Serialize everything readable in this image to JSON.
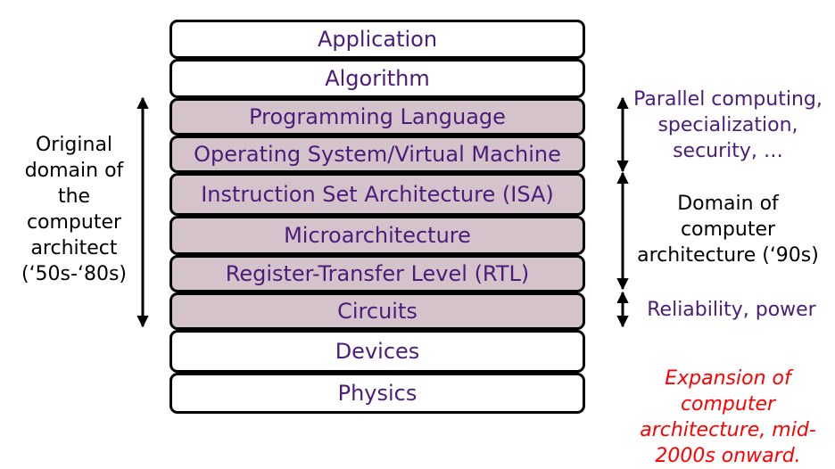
{
  "layers": [
    {
      "label": "Application",
      "shaded": false
    },
    {
      "label": "Algorithm",
      "shaded": false
    },
    {
      "label": "Programming Language",
      "shaded": true
    },
    {
      "label": "Operating System/Virtual Machine",
      "shaded": true
    },
    {
      "label": "Instruction Set Architecture (ISA)",
      "shaded": true
    },
    {
      "label": "Microarchitecture",
      "shaded": true
    },
    {
      "label": "Register-Transfer Level (RTL)",
      "shaded": true
    },
    {
      "label": "Circuits",
      "shaded": true
    },
    {
      "label": "Devices",
      "shaded": false
    },
    {
      "label": "Physics",
      "shaded": false
    }
  ],
  "left_annotation": {
    "lines": [
      "Original",
      "domain of",
      "the",
      "computer",
      "architect",
      "(‘50s-‘80s)"
    ]
  },
  "right_annotations": {
    "parallel": [
      "Parallel computing,",
      "specialization,",
      "security, …"
    ],
    "domain90s": [
      "Domain of",
      "computer",
      "architecture (‘90s)"
    ],
    "reliability": [
      "Reliability, power"
    ],
    "expansion": [
      "Expansion of",
      "computer",
      "architecture, mid-",
      "2000s onward."
    ]
  },
  "colors": {
    "layer_text": "#4b1c79",
    "shaded_fill": "#d5c3cc",
    "expansion_text": "#ff0000"
  }
}
